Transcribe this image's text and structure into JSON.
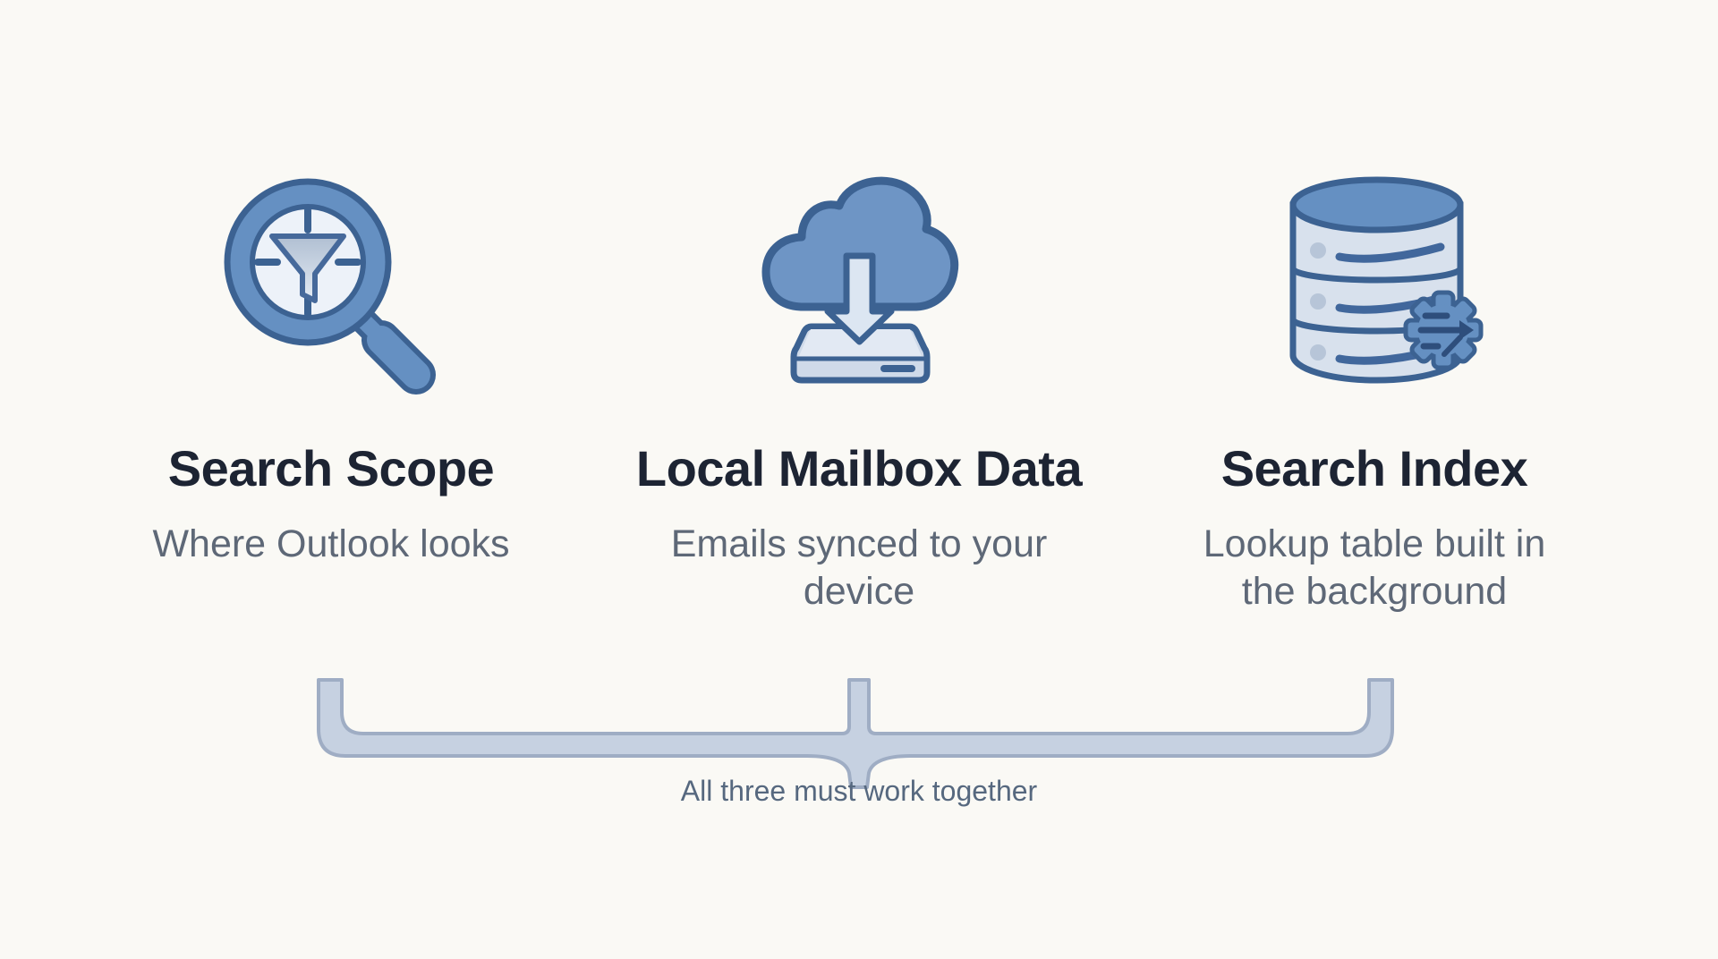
{
  "palette": {
    "background": "#faf9f5",
    "icon_blue": "#6590c2",
    "icon_blue_cloud": "#6e95c5",
    "icon_outline": "#3c6292",
    "icon_light_fill": "#edf2f9",
    "bracket_fill": "#c6d1e1",
    "bracket_stroke": "#9fadc4",
    "title_color": "#1d2433",
    "subtitle_color": "#5e6877",
    "caption_color": "#56687f"
  },
  "columns": [
    {
      "icon": "magnifier-filter-icon",
      "title": "Search Scope",
      "subtitle": "Where Outlook looks"
    },
    {
      "icon": "cloud-download-icon",
      "title": "Local Mailbox Data",
      "subtitle": "Emails synced to your\ndevice"
    },
    {
      "icon": "database-gear-icon",
      "title": "Search Index",
      "subtitle": "Lookup table built in\nthe background"
    }
  ],
  "footer": {
    "caption": "All three must work together"
  }
}
